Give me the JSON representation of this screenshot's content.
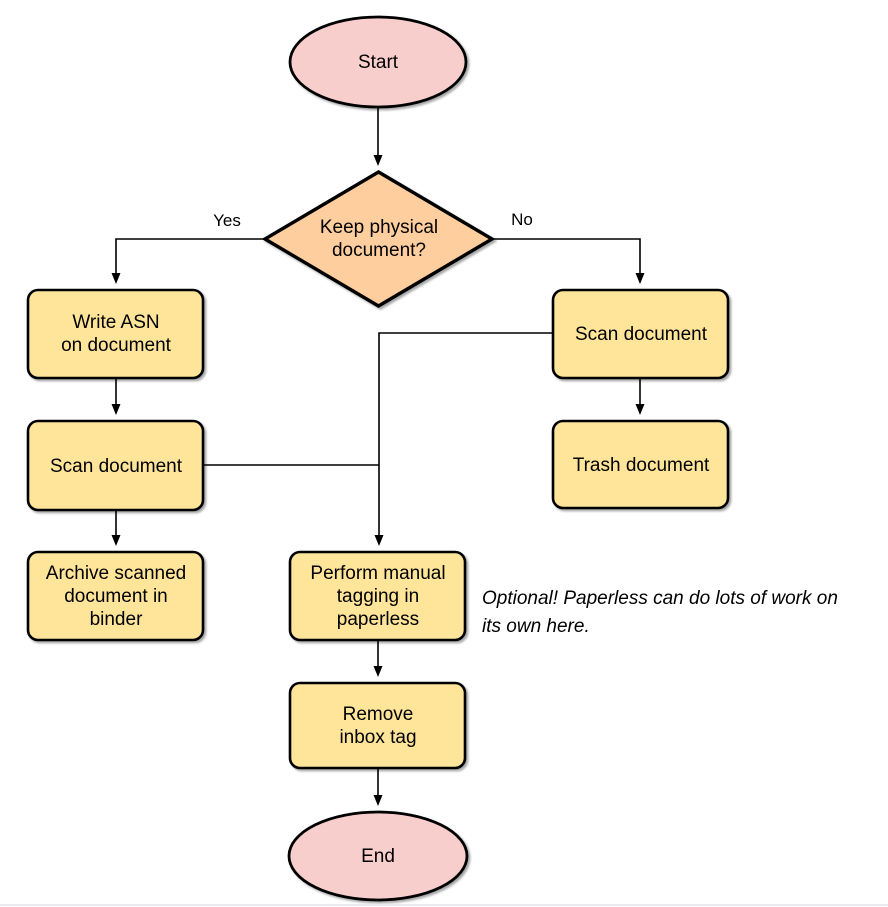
{
  "diagram": {
    "nodes": {
      "start": {
        "label": "Start",
        "type": "terminator"
      },
      "decision": {
        "label": "Keep physical\ndocument?",
        "type": "decision"
      },
      "write_asn": {
        "label": "Write ASN\non document",
        "type": "process"
      },
      "scan_left": {
        "label": "Scan document",
        "type": "process"
      },
      "archive": {
        "label": "Archive scanned\ndocument in\nbinder",
        "type": "process"
      },
      "scan_right": {
        "label": "Scan document",
        "type": "process"
      },
      "trash": {
        "label": "Trash document",
        "type": "process"
      },
      "tagging": {
        "label": "Perform manual\ntagging in\npaperless",
        "type": "process"
      },
      "remove_inbox": {
        "label": "Remove\ninbox tag",
        "type": "process"
      },
      "end": {
        "label": "End",
        "type": "terminator"
      }
    },
    "edge_labels": {
      "yes": "Yes",
      "no": "No"
    },
    "note": "Optional! Paperless can do lots of work on\nits own here.",
    "colors": {
      "terminator_fill": "#f8cecc",
      "decision_fill": "#ffce9e",
      "process_fill": "#ffe59a",
      "stroke": "#000000"
    }
  }
}
